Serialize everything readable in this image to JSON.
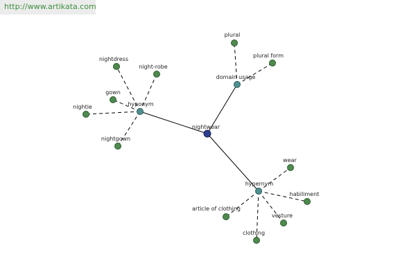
{
  "header": {
    "url": "http://www.artikata.com"
  },
  "colors": {
    "leaf": "#4e8a4e",
    "hub": "#4f9090",
    "root": "#2f3f8f",
    "url_text": "#3f8f3f"
  },
  "graph": {
    "root": {
      "id": "nightwear",
      "label": "nightwear"
    },
    "hubs": [
      {
        "id": "hyponym",
        "label": "hyponym"
      },
      {
        "id": "domain-usage",
        "label": "domain usage"
      },
      {
        "id": "hypernym",
        "label": "hypernym"
      }
    ],
    "leaves": [
      {
        "id": "nightdress",
        "label": "nightdress",
        "hub": "hyponym"
      },
      {
        "id": "night-robe",
        "label": "night-robe",
        "hub": "hyponym"
      },
      {
        "id": "gown",
        "label": "gown",
        "hub": "hyponym"
      },
      {
        "id": "nightie",
        "label": "nightie",
        "hub": "hyponym"
      },
      {
        "id": "nightgown",
        "label": "nightgown",
        "hub": "hyponym"
      },
      {
        "id": "plural",
        "label": "plural",
        "hub": "domain-usage"
      },
      {
        "id": "plural-form",
        "label": "plural form",
        "hub": "domain-usage"
      },
      {
        "id": "wear",
        "label": "wear",
        "hub": "hypernym"
      },
      {
        "id": "habiliment",
        "label": "habiliment",
        "hub": "hypernym"
      },
      {
        "id": "article-of-clothing",
        "label": "article of clothing",
        "hub": "hypernym"
      },
      {
        "id": "vesture",
        "label": "vesture",
        "hub": "hypernym"
      },
      {
        "id": "clothing",
        "label": "clothing",
        "hub": "hypernym"
      }
    ]
  }
}
